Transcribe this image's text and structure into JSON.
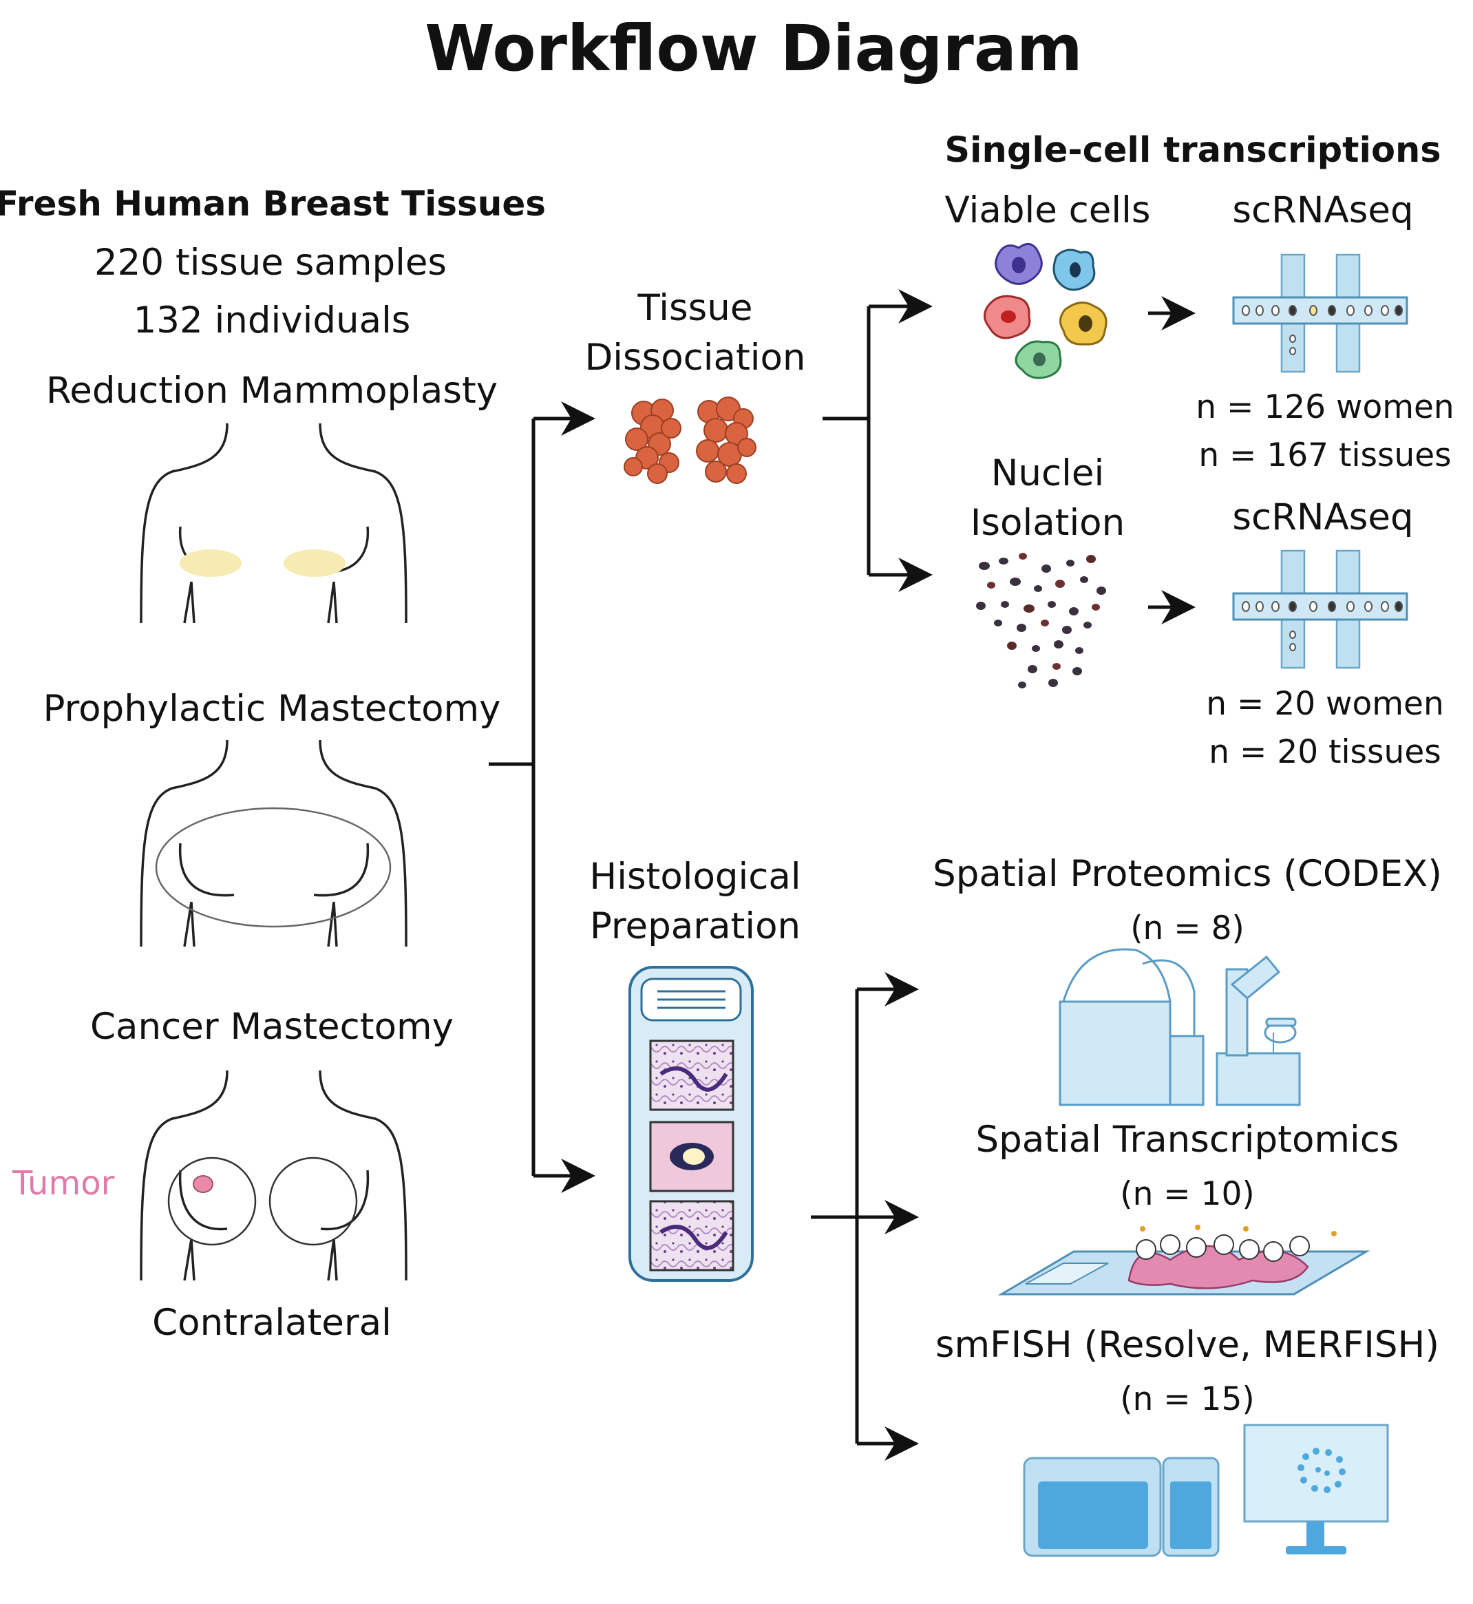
{
  "title": "Workflow Diagram",
  "source": {
    "heading": "Fresh Human Breast Tissues",
    "samples": "220 tissue samples",
    "individuals": "132 individuals"
  },
  "cohorts": {
    "reduction": "Reduction Mammoplasty",
    "prophylactic": "Prophylactic Mastectomy",
    "cancer": "Cancer Mastectomy",
    "tumor_label": "Tumor",
    "contralateral": "Contralateral"
  },
  "processing": {
    "dissociation_line1": "Tissue",
    "dissociation_line2": "Dissociation",
    "histology_line1": "Histological",
    "histology_line2": "Preparation"
  },
  "single_cell": {
    "heading": "Single-cell transcriptions",
    "viable_cells": "Viable cells",
    "scrnaseq_1": "scRNAseq",
    "n_women_1": "n = 126 women",
    "n_tissues_1": "n = 167 tissues",
    "nuclei_line1": "Nuclei",
    "nuclei_line2": "Isolation",
    "scrnaseq_2": "scRNAseq",
    "n_women_2": "n = 20 women",
    "n_tissues_2": "n = 20 tissues"
  },
  "spatial": {
    "proteomics": "Spatial Proteomics (CODEX)",
    "proteomics_n": "(n = 8)",
    "transcriptomics": "Spatial Transcriptomics",
    "transcriptomics_n": "(n = 10)",
    "smfish": "smFISH (Resolve, MERFISH)",
    "smfish_n": "(n = 15)"
  }
}
